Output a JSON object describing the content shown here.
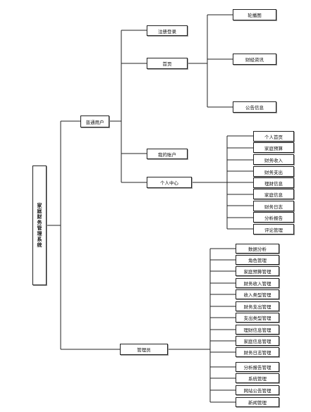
{
  "root": "家庭财务管理系统",
  "user": {
    "label": "普通用户",
    "children": [
      "注册登录",
      "首页",
      "我的账户",
      "个人中心"
    ],
    "home_items": [
      "轮播图",
      "财经资讯",
      "公告信息"
    ],
    "center_items": [
      "个人首页",
      "家庭预算",
      "财务收入",
      "财务支出",
      "理财信息",
      "家庭信息",
      "财务日志",
      "分析报告",
      "评论管理"
    ]
  },
  "admin": {
    "label": "管理员",
    "items": [
      "数据分析",
      "角色管理",
      "家庭预算管理",
      "财务收入管理",
      "收入类型管理",
      "财务支出管理",
      "支出类型管理",
      "理财信息管理",
      "家庭信息管理",
      "财务日志管理",
      "分析报告管理",
      "系统管理",
      "网站公告管理",
      "新闻管理"
    ]
  }
}
